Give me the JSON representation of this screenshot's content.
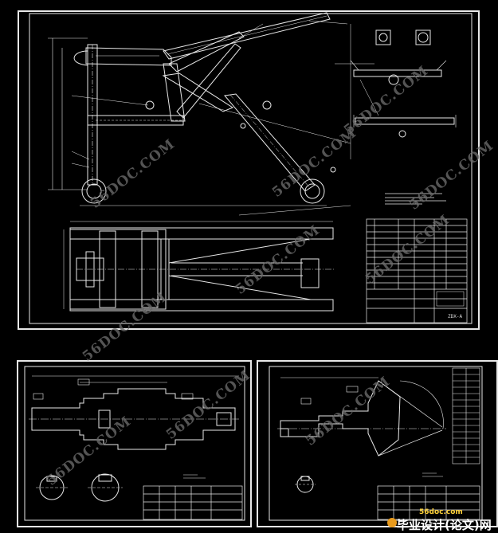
{
  "watermarks": [
    "56DOC.COM",
    "56DOC.COM",
    "56DOC.COM",
    "56DOC.COM",
    "56DOC.COM",
    "56DOC.COM",
    "56DOC.COM",
    "56DOC.COM",
    "56DOC.COM",
    "56DOC.COM"
  ],
  "sheet1": {
    "drawing_no": "ZDX-A"
  },
  "footer": {
    "site": "56doc.com",
    "brand": "毕业设计(论文)网"
  },
  "colors": {
    "line": "#e8e8e8",
    "background": "#000000",
    "watermark": "#6a6a6a",
    "brand": "#ffd23a"
  }
}
